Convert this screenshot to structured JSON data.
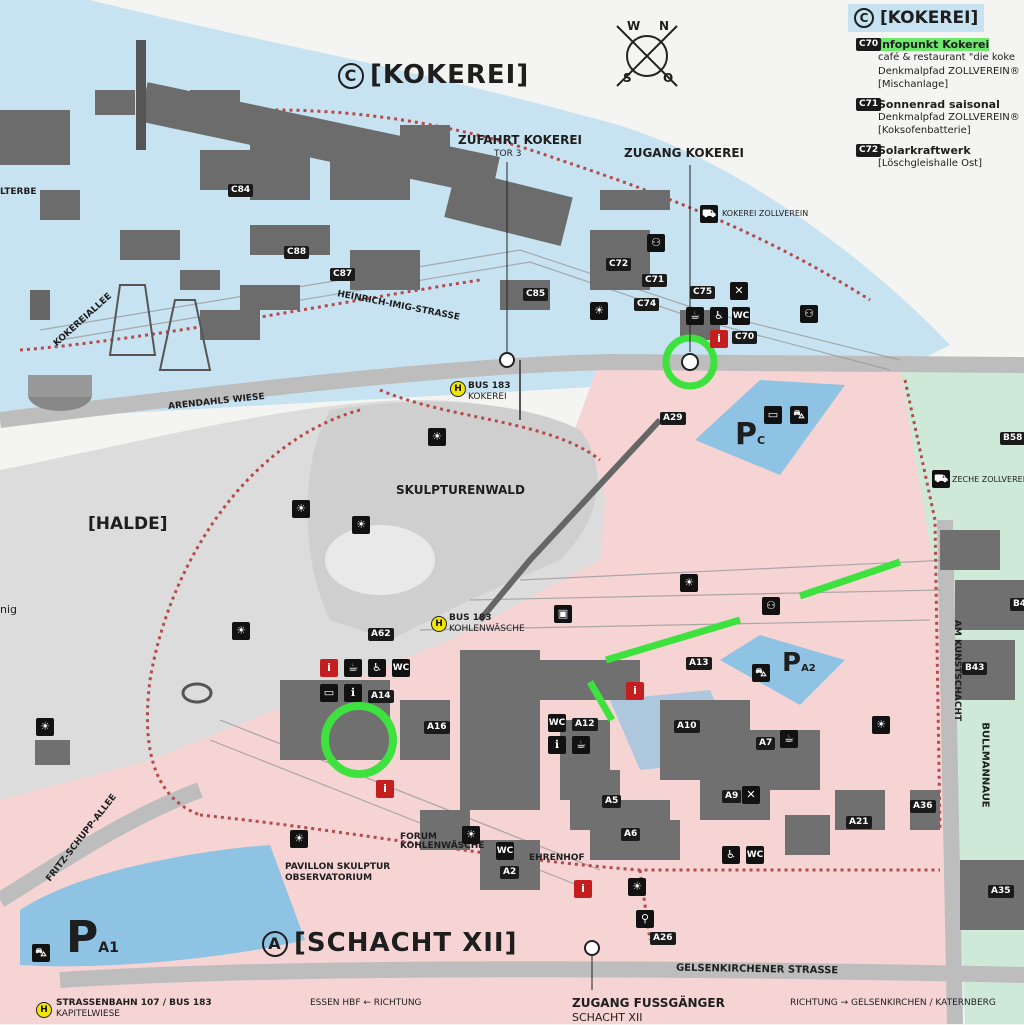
{
  "areas": {
    "kokerei": {
      "letter": "C",
      "name": "[KOKEREI]"
    },
    "schacht": {
      "letter": "A",
      "name": "[SCHACHT XII]"
    },
    "halde": "[HALDE]",
    "skulpturenwald": "SKULPTURENWALD"
  },
  "legend": {
    "heading_letter": "C",
    "heading": "[KOKEREI]",
    "entries": [
      {
        "code": "C70",
        "title": "Infopunkt Kokerei",
        "lines": [
          "café & restaurant \"die koke",
          "Denkmalpfad ZOLLVEREIN®",
          "[Mischanlage]"
        ]
      },
      {
        "code": "C71",
        "title": "Sonnenrad saisonal",
        "lines": [
          "Denkmalpfad ZOLLVEREIN®",
          "[Koksofenbatterie]"
        ]
      },
      {
        "code": "C72",
        "title": "Solarkraftwerk",
        "lines": [
          "[Löschgleishalle Ost]"
        ]
      }
    ]
  },
  "compass": {
    "n": "N",
    "o": "O",
    "s": "S",
    "w": "W"
  },
  "streets": {
    "arendahls": "ARENDAHLS WIESE",
    "heinrich": "HEINRICH-IMIG-STRASSE",
    "kokereiallee": "KOKEREIALLEE",
    "fritz": "FRITZ-SCHUPP-ALLEE",
    "gelsen": "GELSENKIRCHENER STRASSE",
    "kunst": "AM KUNSTSCHACHT",
    "bullmann": "BULLMANNAUE",
    "erbe": "LTERBE"
  },
  "labels": {
    "zufahrt": "ZUFAHRT KOKEREI",
    "tor3": "TOR 3",
    "zugang_kokerei": "ZUGANG KOKEREI",
    "kokerei_zollverein": "KOKEREI ZOLLVEREIN",
    "zeche_zollverein": "ZECHE ZOLLVEREIN",
    "bus_kokerei_1": "BUS 183",
    "bus_kokerei_2": "KOKEREI",
    "bus_kohlen_1": "BUS 183",
    "bus_kohlen_2": "KOHLENWÄSCHE",
    "forum_1": "FORUM",
    "forum_2": "KOHLENWÄSCHE",
    "ehrenhof": "EHRENHOF",
    "pavillon_1": "PAVILLON SKULPTUR",
    "pavillon_2": "OBSERVATORIUM",
    "zugang_fuss_1": "ZUGANG FUSSGÄNGER",
    "zugang_fuss_2": "SCHACHT XII",
    "essen": "ESSEN HBF ← RICHTUNG",
    "richtung": "RICHTUNG → GELSENKIRCHEN / KATERNBERG",
    "strassenbahn_1": "STRASSENBAHN 107 / BUS 183",
    "strassenbahn_2": "KAPITELWIESE",
    "nig": "nig"
  },
  "parking": [
    {
      "id": "pc",
      "letter": "P",
      "sub": "C"
    },
    {
      "id": "pa2",
      "letter": "P",
      "sub": "A2"
    },
    {
      "id": "pa1",
      "letter": "P",
      "sub": "A1"
    }
  ],
  "codes": {
    "c84": "C84",
    "c88": "C88",
    "c87": "C87",
    "c85": "C85",
    "c72": "C72",
    "c71": "C71",
    "c74": "C74",
    "c75": "C75",
    "c70": "C70",
    "a29": "A29",
    "a62": "A62",
    "a14": "A14",
    "a16": "A16",
    "a13": "A13",
    "a12": "A12",
    "a10": "A10",
    "a7": "A7",
    "a9": "A9",
    "a5": "A5",
    "a6": "A6",
    "a2": "A2",
    "a26": "A26",
    "a21": "A21",
    "a36": "A36",
    "a35": "A35",
    "b58": "B58",
    "b43": "B43",
    "b4": "B4"
  },
  "icons": {
    "wc": "WC",
    "info": "i",
    "bus": "H"
  },
  "colors": {
    "kokerei_zone": "#c7e3f2",
    "schacht_zone": "#f6d4d4",
    "east_zone": "#cfe9d9",
    "parking": "#8fc3e3",
    "highlight": "#3ee23e",
    "path": "#b54a4a",
    "info_red": "#c41e1e",
    "bus_yellow": "#f2e600"
  }
}
